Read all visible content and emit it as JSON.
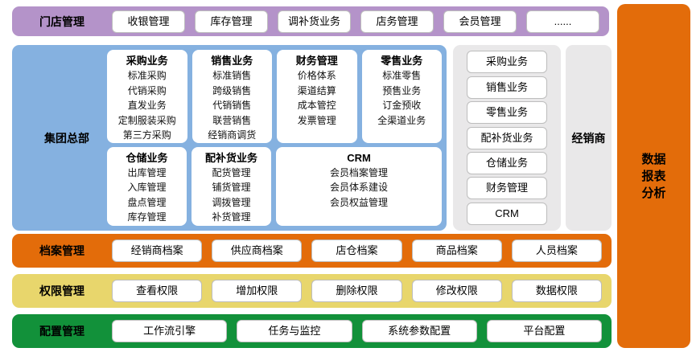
{
  "colors": {
    "store_band": "#b493c9",
    "group_panel": "#85b1e0",
    "distributor_panel": "#e9e8e9",
    "archive_band": "#e36c0a",
    "permission_band": "#e8d66c",
    "config_band": "#12913a",
    "report_panel": "#e36c0a",
    "node_background": "#ffffff",
    "node_border": "#bdbdbd",
    "text": "#000000"
  },
  "store_band": {
    "label": "门店管理",
    "items": [
      "收银管理",
      "库存管理",
      "调补货业务",
      "店务管理",
      "会员管理",
      "......"
    ]
  },
  "group_panel": {
    "label": "集团总部",
    "cards": [
      {
        "title": "采购业务",
        "items": [
          "标准采购",
          "代销采购",
          "直发业务",
          "定制服装采购",
          "第三方采购"
        ]
      },
      {
        "title": "销售业务",
        "items": [
          "标准销售",
          "跨级销售",
          "代销销售",
          "联营销售",
          "经销商调货"
        ]
      },
      {
        "title": "财务管理",
        "items": [
          "价格体系",
          "渠道结算",
          "成本管控",
          "发票管理"
        ]
      },
      {
        "title": "零售业务",
        "items": [
          "标准零售",
          "预售业务",
          "订金预收",
          "全渠道业务"
        ]
      },
      {
        "title": "仓储业务",
        "items": [
          "出库管理",
          "入库管理",
          "盘点管理",
          "库存管理"
        ]
      },
      {
        "title": "配补货业务",
        "items": [
          "配货管理",
          "铺货管理",
          "调拨管理",
          "补货管理"
        ]
      },
      {
        "title": "CRM",
        "items": [
          "会员档案管理",
          "会员体系建设",
          "会员权益管理"
        ]
      }
    ]
  },
  "distributor": {
    "label": "经销商",
    "modules": [
      "采购业务",
      "销售业务",
      "零售业务",
      "配补货业务",
      "仓储业务",
      "财务管理",
      "CRM"
    ]
  },
  "report_panel": {
    "label_lines": [
      "数据",
      "报表",
      "分析"
    ]
  },
  "archive_band": {
    "label": "档案管理",
    "items": [
      "经销商档案",
      "供应商档案",
      "店仓档案",
      "商品档案",
      "人员档案"
    ]
  },
  "permission_band": {
    "label": "权限管理",
    "items": [
      "查看权限",
      "增加权限",
      "删除权限",
      "修改权限",
      "数据权限"
    ]
  },
  "config_band": {
    "label": "配置管理",
    "items": [
      "工作流引擎",
      "任务与监控",
      "系统参数配置",
      "平台配置"
    ]
  }
}
